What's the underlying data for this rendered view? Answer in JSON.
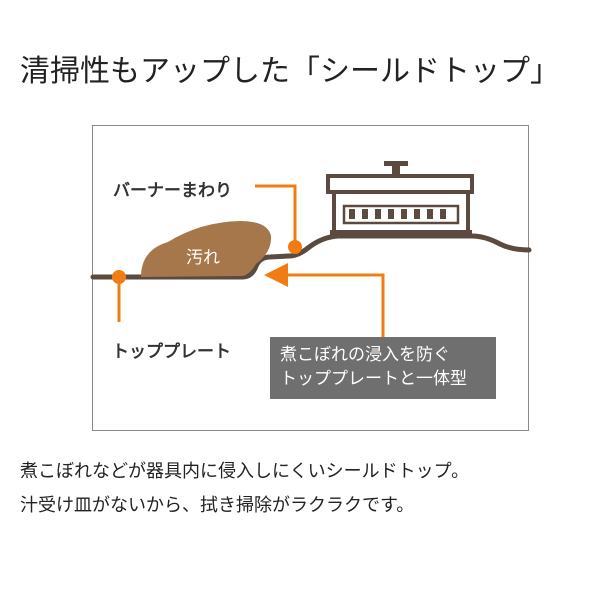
{
  "title": "清掃性もアップした「シールドトップ」",
  "diagram": {
    "labels": {
      "burner_area": "バーナーまわり",
      "top_plate": "トッププレート",
      "dirt": "汚れ"
    },
    "callout": {
      "line1": "煮こぼれの浸入を防ぐ",
      "line2": "トッププレートと一体型"
    },
    "colors": {
      "plate": "#5a4a3f",
      "dirt": "#a5774a",
      "accent": "#f07d14",
      "callout_bg": "#6f6f6f"
    }
  },
  "description": {
    "line1": "煮こぼれなどが器具内に侵入しにくいシールドトップ。",
    "line2": "汁受け皿がないから、拭き掃除がラクラクです。"
  }
}
